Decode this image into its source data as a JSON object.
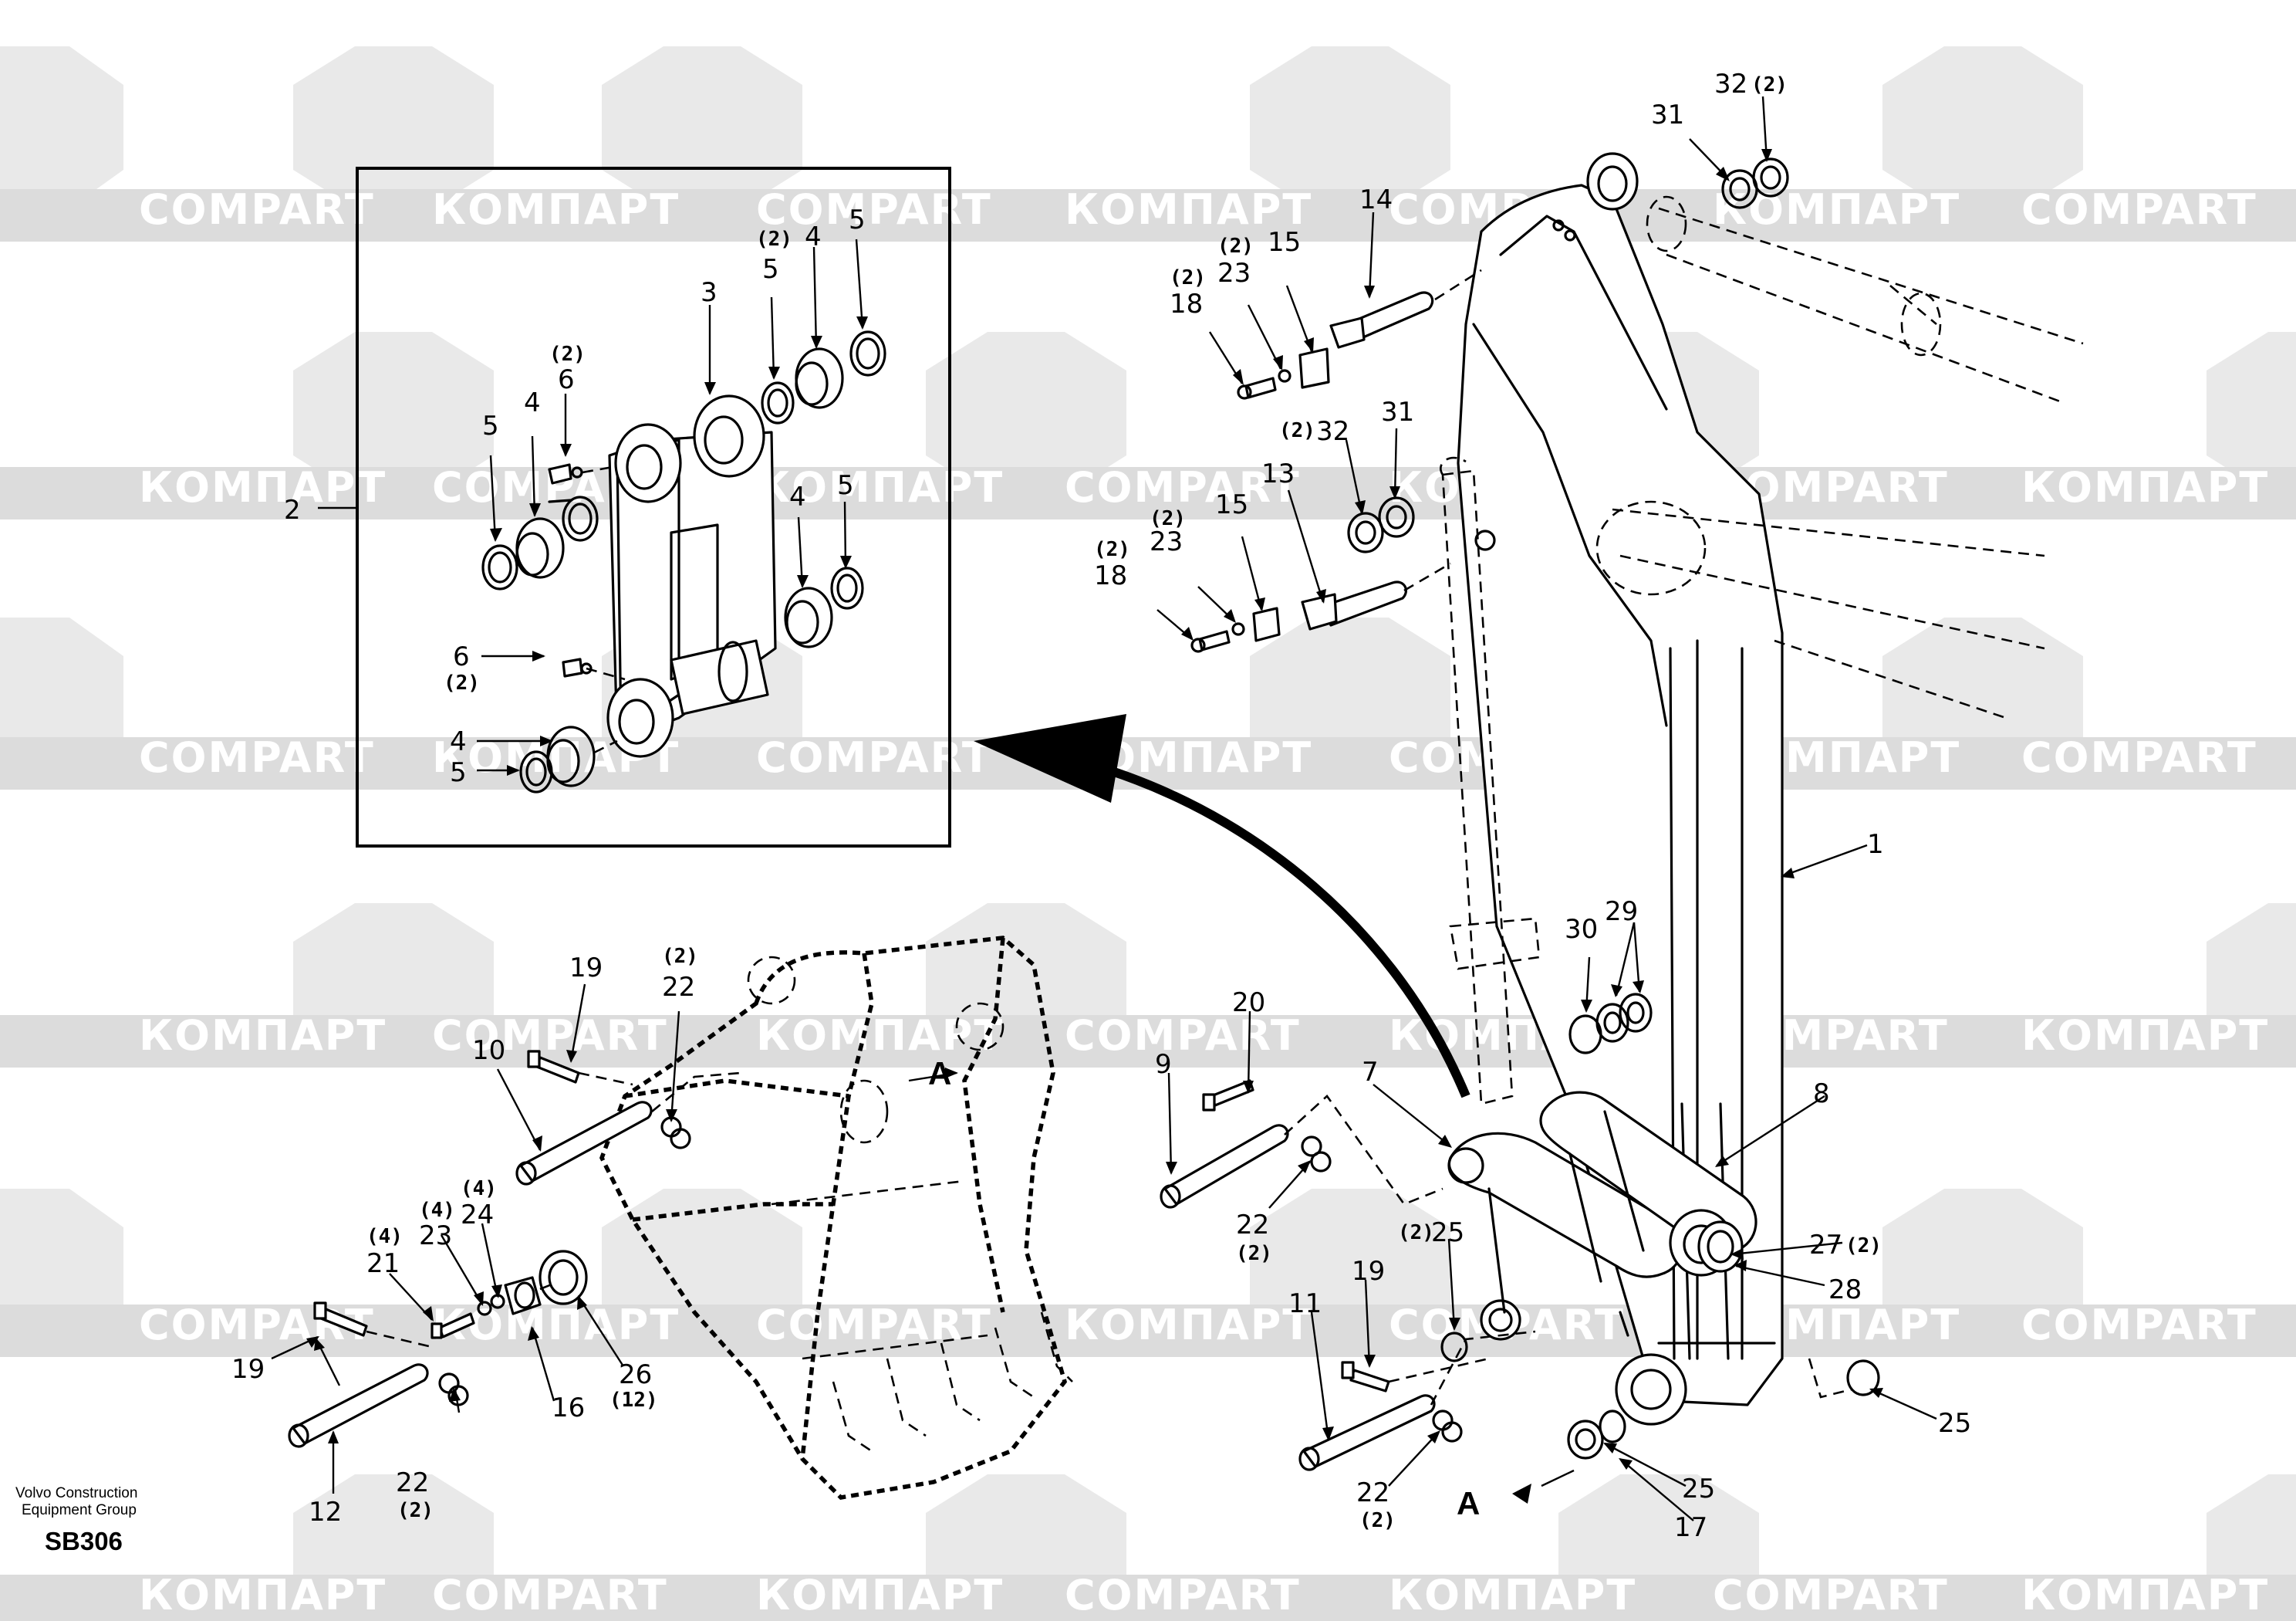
{
  "watermark": {
    "labels": [
      "COMPART",
      "КОМПАРТ",
      "COMPART",
      "КОМПАРТ",
      "COMPART",
      "КОМПАРТ"
    ]
  },
  "callouts": {
    "c1": "1",
    "c2": "2",
    "c3": "3",
    "c4a": "4",
    "c4b": "4",
    "c4c": "4",
    "c4d": "4",
    "c5a": "5",
    "c5b": "5",
    "c5c": "5",
    "c5d": "5",
    "c5e": "5",
    "c6a": "6",
    "c6b": "6",
    "c7": "7",
    "c8": "8",
    "c9": "9",
    "c10": "10",
    "c11": "11",
    "c12": "12",
    "c13": "13",
    "c14": "14",
    "c15a": "15",
    "c15b": "15",
    "c16": "16",
    "c17": "17",
    "c18a": "18",
    "c18b": "18",
    "c19a": "19",
    "c19b": "19",
    "c19c": "19",
    "c20": "20",
    "c21": "21",
    "c22a": "22",
    "c22b": "22",
    "c22c": "22",
    "c22d": "22",
    "c23a": "23",
    "c23b": "23",
    "c23c": "23",
    "c24": "24",
    "c25a": "25",
    "c25b": "25",
    "c25c": "25",
    "c26": "26",
    "c27": "27",
    "c28": "28",
    "c29": "29",
    "c30": "30",
    "c31a": "31",
    "c31b": "31",
    "c32a": "32",
    "c32b": "32"
  },
  "quantities": {
    "two": "(2)",
    "four": "(4)",
    "twelve": "(12)"
  },
  "view_label": "A",
  "footer": {
    "company_line1": "Volvo Construction",
    "company_line2": "Equipment Group",
    "drawing_code": "SB306"
  }
}
